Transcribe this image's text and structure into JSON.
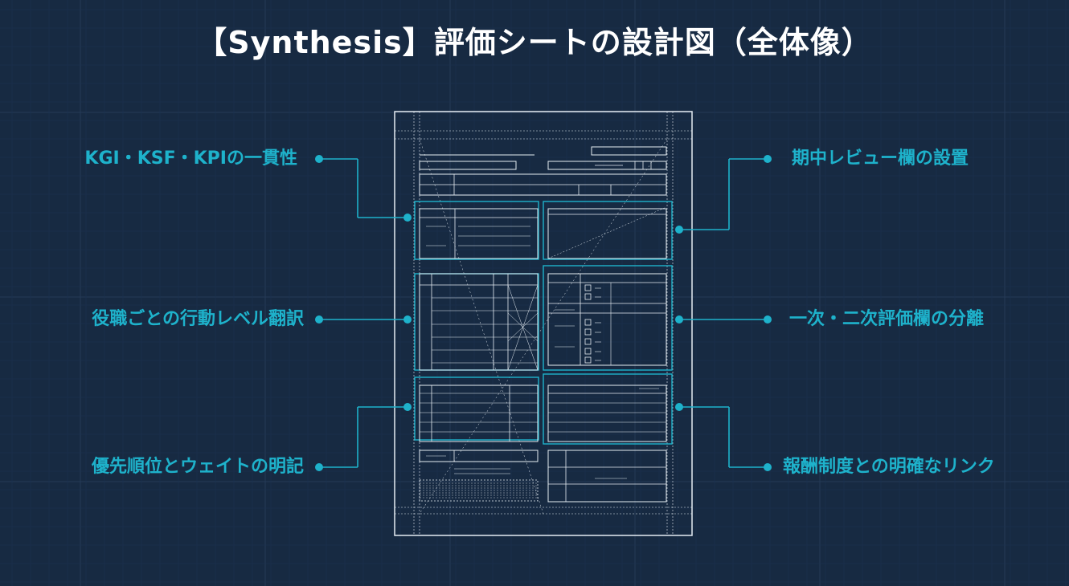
{
  "title": "【Synthesis】評価シートの設計図（全体像）",
  "colors": {
    "background": "#172a42",
    "accent": "#1eb2cb",
    "line": "#e6edf3",
    "title": "#ffffff"
  },
  "callouts": {
    "left": [
      "KGI・KSF・KPIの一貫性",
      "役職ごとの行動レベル翻訳",
      "優先順位とウェイトの明記"
    ],
    "right": [
      "期中レビュー欄の設置",
      "一次・二次評価欄の分離",
      "報酬制度との明確なリンク"
    ]
  },
  "sheet_section_titles": [
    "KGI・KSF・KPIの一貫性",
    "期中レビュー欄の設置",
    "役職ごとの行動レベル翻訳",
    "一次・二次評価欄の分離",
    "優先順位とウェイトの明記",
    "報酬制度との明確なリンク"
  ]
}
